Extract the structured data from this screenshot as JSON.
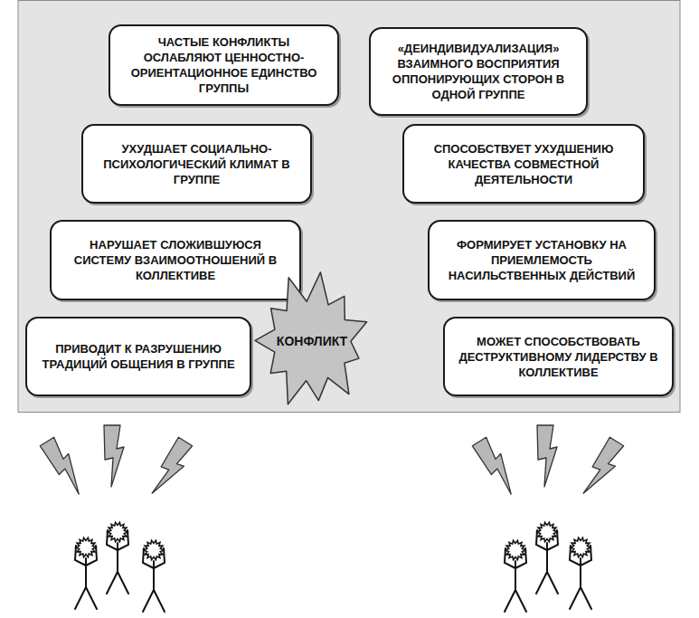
{
  "diagram": {
    "nodes": [
      {
        "text": [
          "ЧАСТЫЕ КОНФЛИКТЫ ОСЛАБЛЯЮТ ЦЕННОСТНО-ОРИЕНТАЦИОННОЕ ЕДИНСТВО ГРУППЫ"
        ]
      },
      {
        "text": [
          "«ДЕИНДИВИДУАЛИЗАЦИЯ» ВЗАИМНОГО ВОСПРИЯТИЯ ОППОНИРУЮЩИХ СТОРОН В ОДНОЙ ГРУППЕ"
        ]
      },
      {
        "text": [
          "УХУДШАЕТ СОЦИАЛЬНО-ПСИХОЛОГИЧЕСКИЙ КЛИМАТ В ГРУППЕ"
        ]
      },
      {
        "text": [
          "СПОСОБСТВУЕТ УХУДШЕНИЮ КАЧЕСТВА СОВМЕСТНОЙ ДЕЯТЕЛЬНОСТИ"
        ]
      },
      {
        "text": [
          "НАРУШАЕТ СЛОЖИВШУЮСЯ СИСТЕМУ ВЗАИМООТНОШЕНИЙ В КОЛЛЕКТИВЕ"
        ]
      },
      {
        "text": [
          "ФОРМИРУЕТ УСТАНОВКУ НА ПРИЕМЛЕМОСТЬ НАСИЛЬСТВЕННЫХ ДЕЙСТВИЙ"
        ]
      },
      {
        "text": [
          "ПРИВОДИТ К РАЗРУШЕНИЮ ТРАДИЦИЙ ОБЩЕНИЯ В ГРУППЕ"
        ]
      },
      {
        "text": [
          "МОЖЕТ СПОСОБСТВОВАТЬ ДЕСТРУКТИВНОМУ ЛИДЕРСТВУ В КОЛЛЕКТИВЕ"
        ]
      },
      {
        "text": [
          "КОНФЛИКТ"
        ]
      }
    ]
  }
}
